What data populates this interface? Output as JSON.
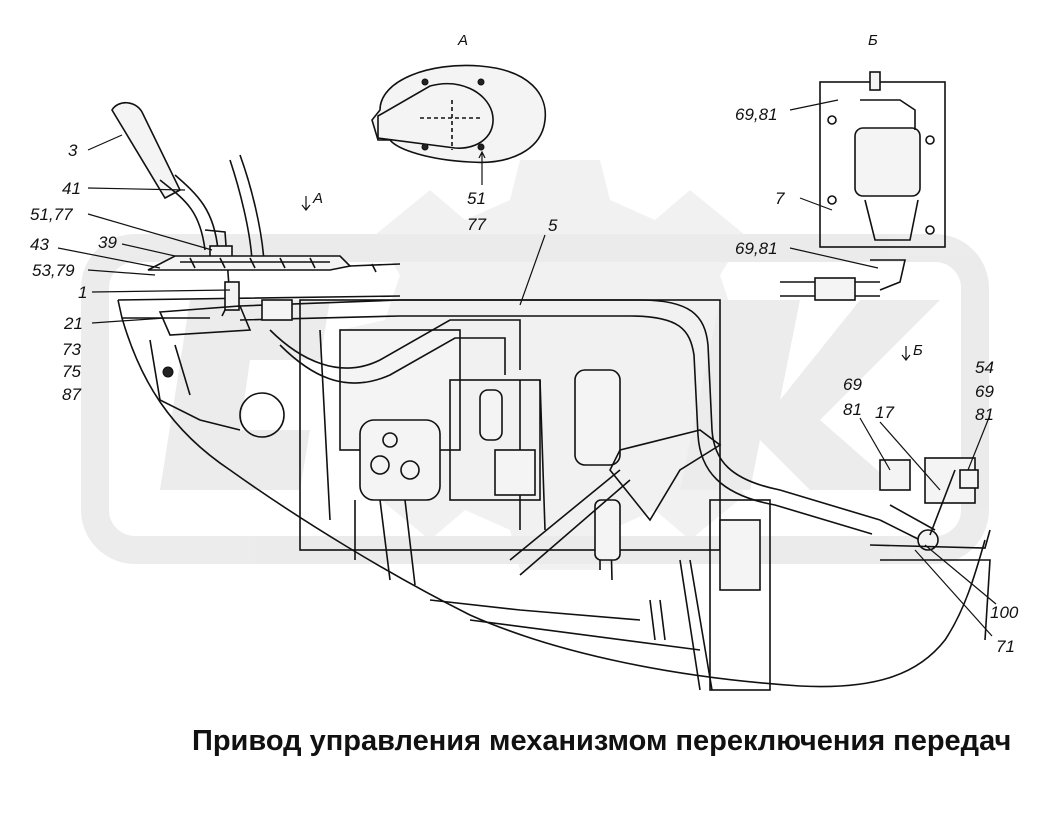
{
  "caption": "Привод управления механизмом переключения передач",
  "views": {
    "a_title": "А",
    "b_title": "Б",
    "a_arrow": "А",
    "b_arrow": "Б"
  },
  "callouts": {
    "c3": "3",
    "c41": "41",
    "c51_77": "51,77",
    "c43": "43",
    "c39": "39",
    "c53_79": "53,79",
    "c1": "1",
    "c21": "21",
    "c73": "73",
    "c75": "75",
    "c87": "87",
    "c5": "5",
    "c51": "51",
    "c77": "77",
    "c69_81_top": "69,81",
    "c7": "7",
    "c69_81_mid": "69,81",
    "c54": "54",
    "c69_r": "69",
    "c81_r": "81",
    "c69_l": "69",
    "c81_l": "81",
    "c17": "17",
    "c100": "100",
    "c71": "71"
  },
  "colors": {
    "ink": "#111111",
    "watermark": "#d9d9d9"
  }
}
